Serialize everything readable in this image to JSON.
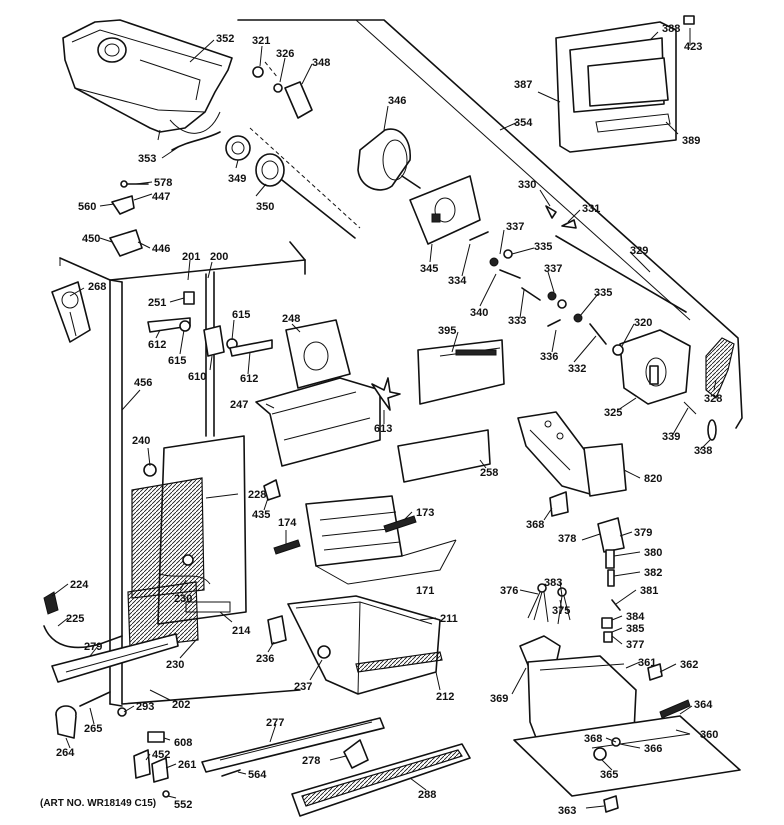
{
  "art_number": "(ART NO. WR18149 C15)",
  "parts": [
    "352",
    "321",
    "326",
    "348",
    "346",
    "388",
    "423",
    "387",
    "354",
    "389",
    "353",
    "349",
    "350",
    "578",
    "447",
    "560",
    "450",
    "446",
    "201",
    "200",
    "268",
    "251",
    "612",
    "615",
    "610",
    "615",
    "612",
    "248",
    "345",
    "330",
    "331",
    "337",
    "335",
    "334",
    "340",
    "333",
    "337",
    "335",
    "329",
    "320",
    "395",
    "336",
    "332",
    "325",
    "328",
    "339",
    "338",
    "456",
    "247",
    "613",
    "240",
    "228",
    "258",
    "820",
    "435",
    "174",
    "173",
    "368",
    "378",
    "379",
    "380",
    "382",
    "381",
    "224",
    "230",
    "225",
    "279",
    "214",
    "171",
    "376",
    "383",
    "375",
    "384",
    "385",
    "377",
    "211",
    "236",
    "230",
    "237",
    "212",
    "361",
    "362",
    "369",
    "202",
    "293",
    "265",
    "264",
    "364",
    "360",
    "608",
    "452",
    "261",
    "277",
    "278",
    "564",
    "368",
    "366",
    "365",
    "552",
    "288",
    "363"
  ]
}
